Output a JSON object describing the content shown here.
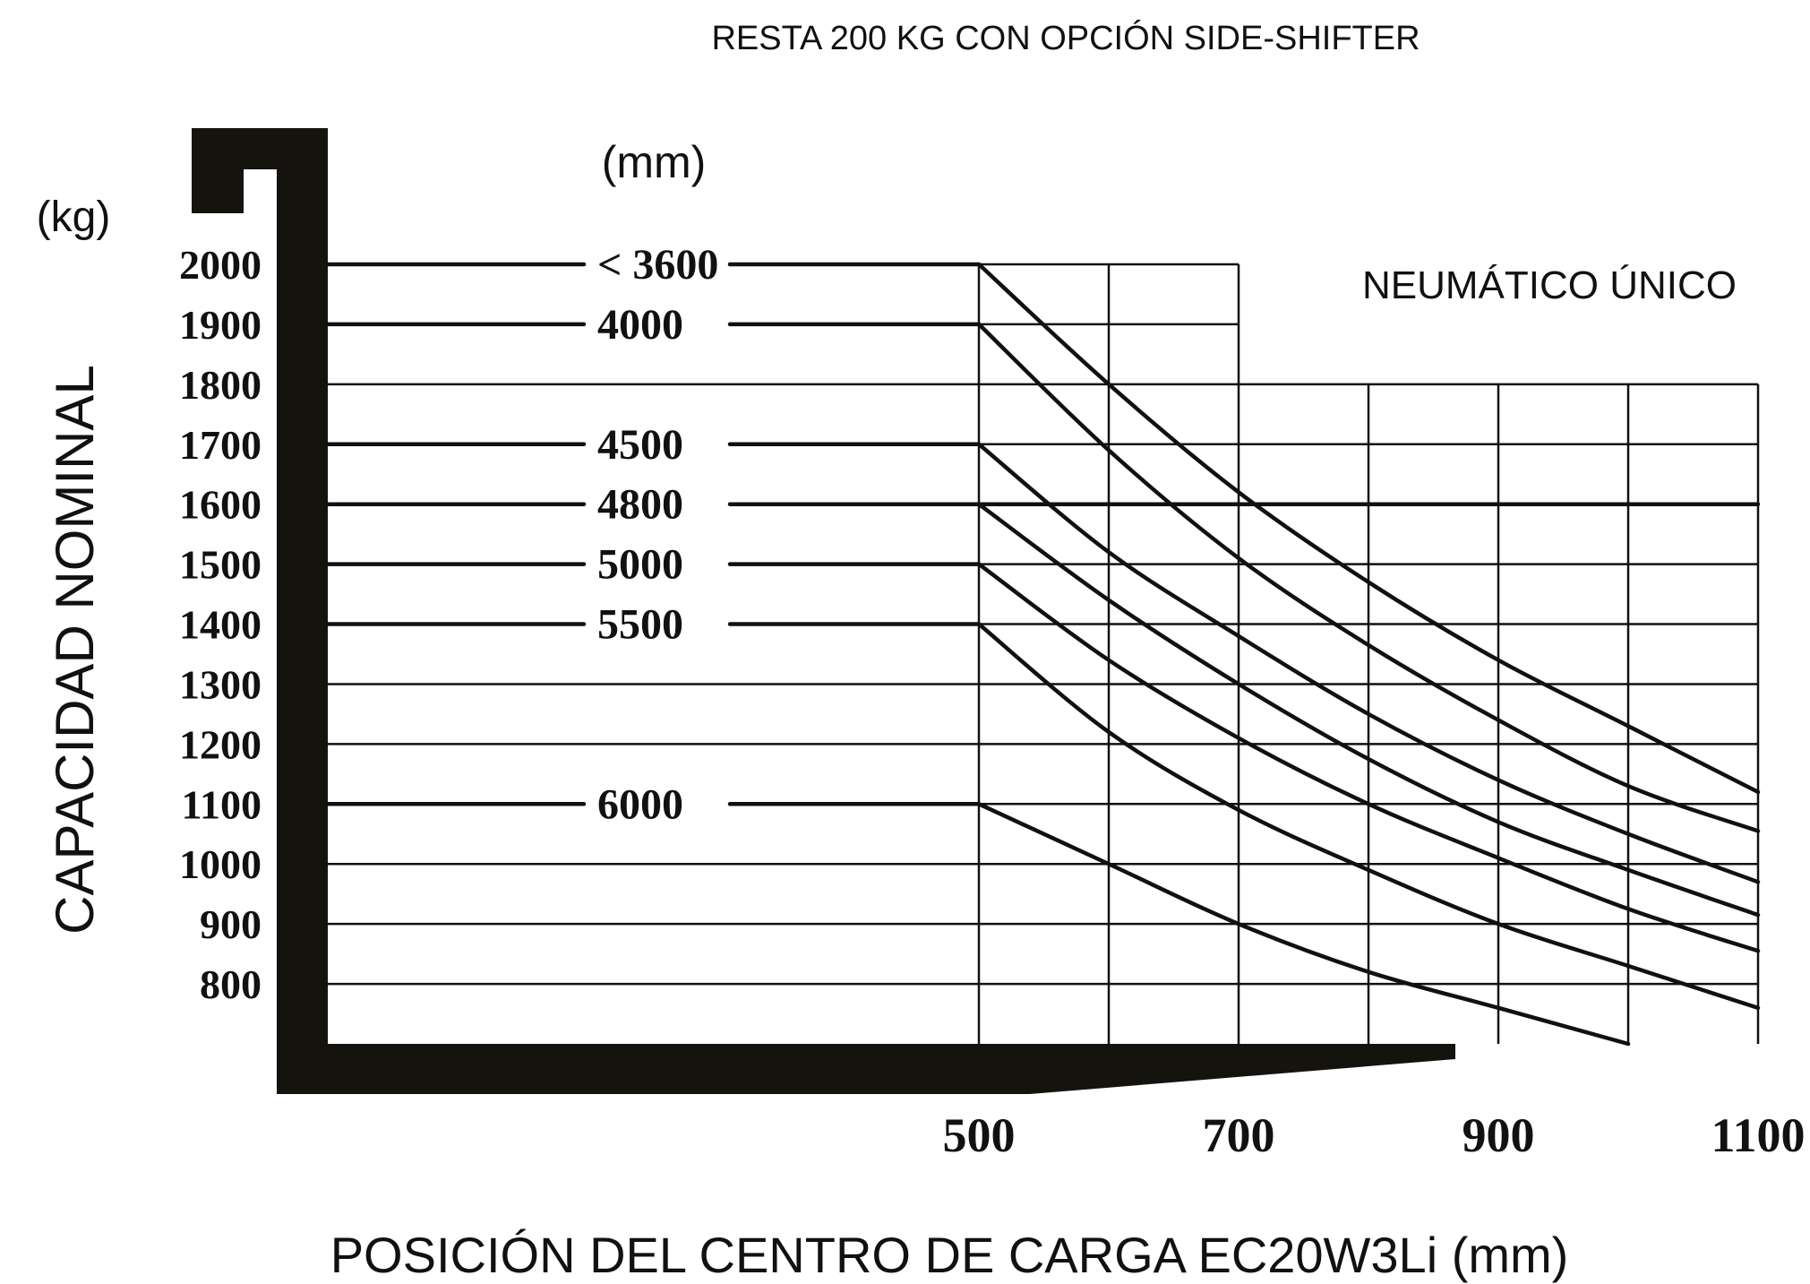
{
  "chart_data": {
    "type": "line",
    "title": "RESTA 200 KG CON OPCIÓN SIDE-SHIFTER",
    "subtitle": "NEUMÁTICO ÚNICO",
    "xlabel": "POSICIÓN DEL CENTRO DE CARGA EC20W3Li (mm)",
    "ylabel": "CAPACIDAD NOMINAL",
    "y_unit": "(kg)",
    "series_unit": "(mm)",
    "xlim": [
      500,
      1100
    ],
    "ylim": [
      700,
      2000
    ],
    "x_ticks": [
      "500",
      "700",
      "900",
      "1100"
    ],
    "y_ticks": [
      "2000",
      "1900",
      "1800",
      "1700",
      "1600",
      "1500",
      "1400",
      "1300",
      "1200",
      "1100",
      "1000",
      "900",
      "800"
    ],
    "grid": true,
    "x": [
      500,
      600,
      700,
      800,
      900,
      1000,
      1100
    ],
    "series": [
      {
        "name": "< 3600",
        "values": [
          2000,
          1800,
          1620,
          1470,
          1340,
          1230,
          1120
        ]
      },
      {
        "name": "4000",
        "values": [
          1900,
          1690,
          1510,
          1365,
          1240,
          1130,
          1055
        ]
      },
      {
        "name": "4500",
        "values": [
          1700,
          1520,
          1380,
          1250,
          1140,
          1050,
          970
        ]
      },
      {
        "name": "4800",
        "values": [
          1600,
          1440,
          1300,
          1175,
          1070,
          990,
          915
        ]
      },
      {
        "name": "5000",
        "values": [
          1500,
          1340,
          1210,
          1100,
          1010,
          925,
          855
        ]
      },
      {
        "name": "5500",
        "values": [
          1400,
          1220,
          1090,
          990,
          900,
          830,
          760
        ]
      },
      {
        "name": "6000",
        "values": [
          1100,
          1000,
          900,
          820,
          760,
          700,
          null
        ]
      }
    ]
  }
}
